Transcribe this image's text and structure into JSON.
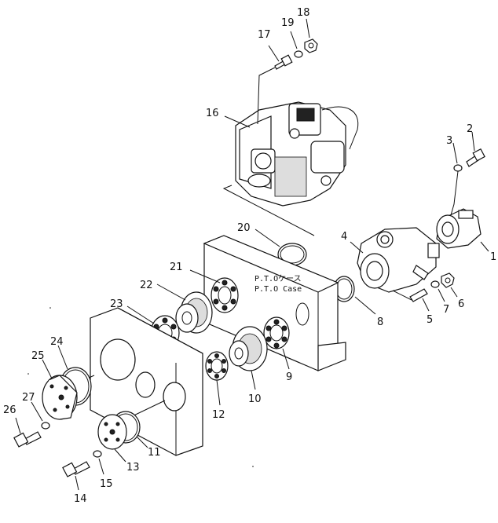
{
  "callouts": [
    {
      "id": "1",
      "text": "1"
    },
    {
      "id": "2",
      "text": "2"
    },
    {
      "id": "3",
      "text": "3"
    },
    {
      "id": "4",
      "text": "4"
    },
    {
      "id": "5",
      "text": "5"
    },
    {
      "id": "6",
      "text": "6"
    },
    {
      "id": "7",
      "text": "7"
    },
    {
      "id": "8",
      "text": "8"
    },
    {
      "id": "9",
      "text": "9"
    },
    {
      "id": "10",
      "text": "10"
    },
    {
      "id": "11",
      "text": "11"
    },
    {
      "id": "12",
      "text": "12"
    },
    {
      "id": "13",
      "text": "13"
    },
    {
      "id": "14",
      "text": "14"
    },
    {
      "id": "15",
      "text": "15"
    },
    {
      "id": "16",
      "text": "16"
    },
    {
      "id": "17",
      "text": "17"
    },
    {
      "id": "18",
      "text": "18"
    },
    {
      "id": "19",
      "text": "19"
    },
    {
      "id": "20",
      "text": "20"
    },
    {
      "id": "21",
      "text": "21"
    },
    {
      "id": "22",
      "text": "22"
    },
    {
      "id": "23",
      "text": "23"
    },
    {
      "id": "24",
      "text": "24"
    },
    {
      "id": "25",
      "text": "25"
    },
    {
      "id": "26",
      "text": "26"
    },
    {
      "id": "27",
      "text": "27"
    }
  ],
  "case_label": {
    "jp": "P.T.Oケース",
    "en": "P.T.O Case"
  }
}
